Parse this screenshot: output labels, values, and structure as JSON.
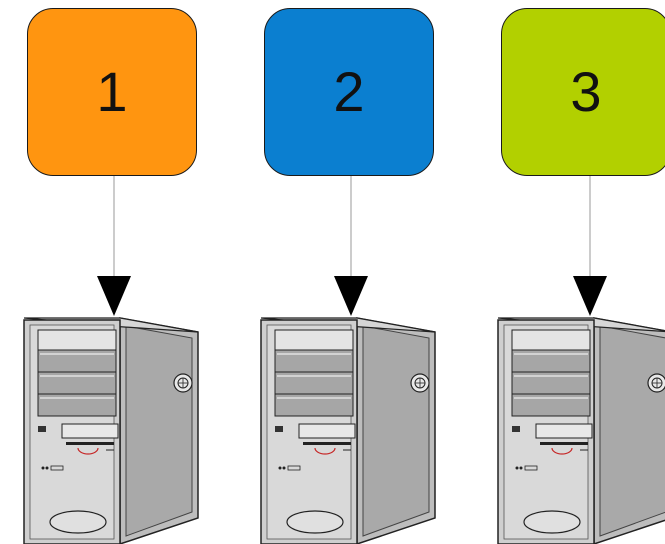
{
  "boxes": [
    {
      "label": "1",
      "color": "#ff9510"
    },
    {
      "label": "2",
      "color": "#0b7fd0"
    },
    {
      "label": "3",
      "color": "#b2d000"
    }
  ],
  "icons": [
    "computer-tower-icon",
    "computer-tower-icon",
    "computer-tower-icon"
  ]
}
